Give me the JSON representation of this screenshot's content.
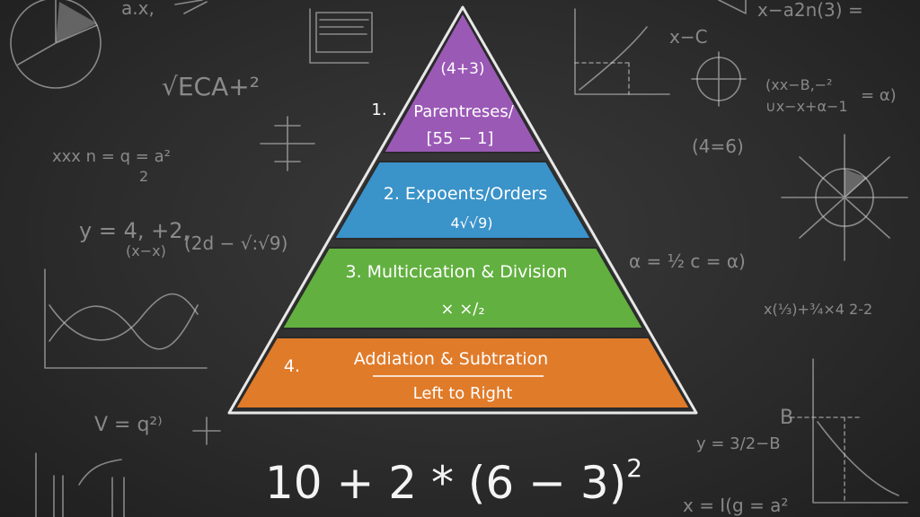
{
  "diagram": {
    "apex_label": "(4+3)",
    "tiers": [
      {
        "number": "1.",
        "title": "Parentreses/",
        "subtitle": "[55 − 1]",
        "color": "#9b59b6"
      },
      {
        "number": "2.",
        "title": "Expoents/Orders",
        "subtitle": "4√√9)",
        "color": "#3a93c9"
      },
      {
        "number": "3.",
        "title": "Multicication & Division",
        "subtitle": "× ×∕₂",
        "color": "#62b040"
      },
      {
        "number": "4.",
        "title": "Addiation & Subtration",
        "subtitle": "Left to Right",
        "color": "#e07b2a"
      }
    ],
    "equation": "10 + 2 * (6 − 3)",
    "equation_exponent": "2"
  },
  "chalk_scribbles": {
    "s1": "√ECA+²",
    "s2": "xxx n = q = a²",
    "s3": "2",
    "s4": "y = 4, +2,",
    "s5": "(x−x)",
    "s6": "(2d − √:√9)",
    "s7": "V = q²⁾",
    "s8": "a.x,",
    "s9": "x−a2n(3) =",
    "s10": "x−C",
    "s11": "(xx−B,−²",
    "s12": "∪x−x+α−1",
    "s13": "= α)",
    "s14": "(4=6)",
    "s15": "α = ½ c = α)",
    "s16": "x(⅓)+¾×4 2-2",
    "s17": "y = 3/2−B",
    "s18": "x = I(g = a²",
    "s19": "B"
  }
}
